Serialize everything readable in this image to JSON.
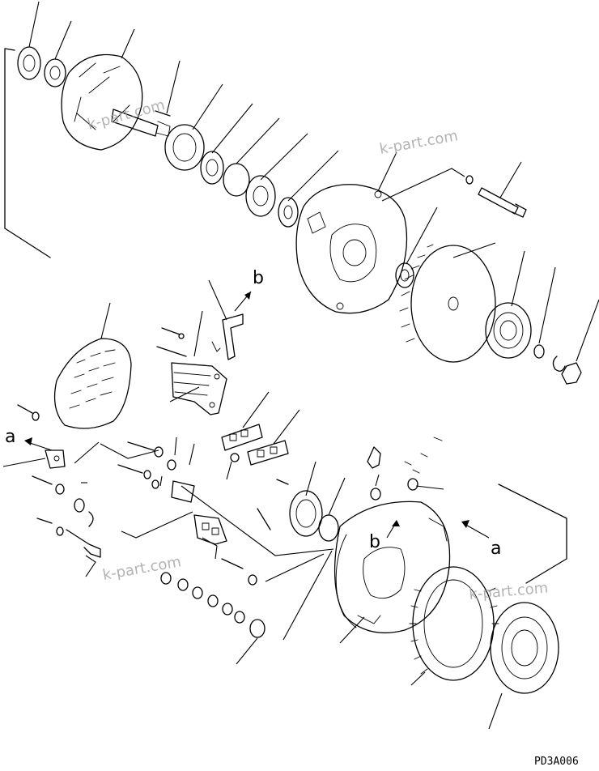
{
  "diagram": {
    "watermark": "k-part.com",
    "callout_a": "a",
    "callout_b": "b",
    "drawing_code": "PD3A006"
  }
}
